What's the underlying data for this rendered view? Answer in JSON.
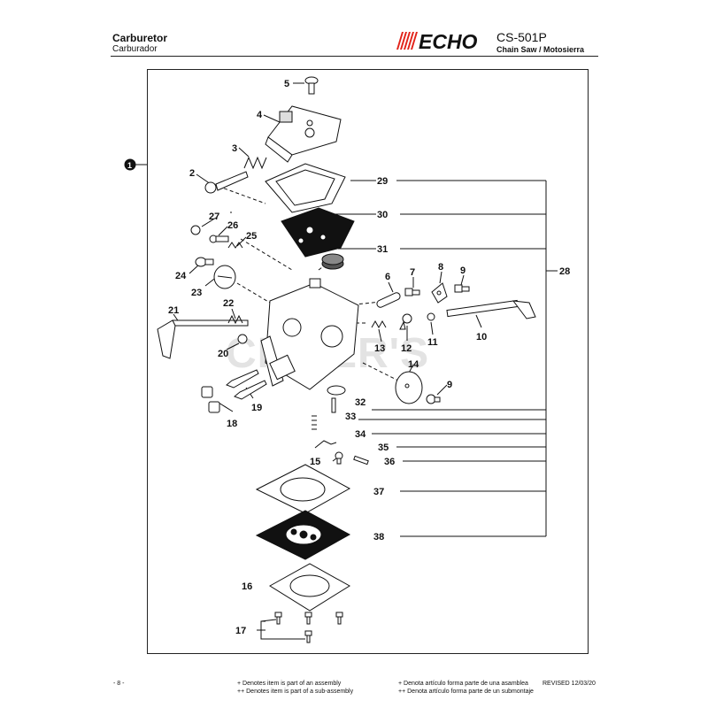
{
  "header": {
    "title": "Carburetor",
    "subtitle": "Carburador",
    "brand": "ECHO",
    "model": "CS-501P",
    "model_desc": "Chain Saw / Motosierra"
  },
  "watermark": "CHILER'S",
  "assembly_marker": "1",
  "labels": {
    "p2": "2",
    "p3": "3",
    "p4": "4",
    "p5": "5",
    "p6": "6",
    "p7": "7",
    "p8": "8",
    "p9a": "9",
    "p9b": "9",
    "p10": "10",
    "p11": "11",
    "p12": "12",
    "p13": "13",
    "p14": "14",
    "p15": "15",
    "p16": "16",
    "p17": "17",
    "p18": "18",
    "p19": "19",
    "p20": "20",
    "p21": "21",
    "p22": "22",
    "p23": "23",
    "p24": "24",
    "p25": "25",
    "p26": "26",
    "p27": "27",
    "p28": "28",
    "p29": "29",
    "p30": "30",
    "p31": "31",
    "p32": "32",
    "p33": "33",
    "p34": "34",
    "p35": "35",
    "p36": "36",
    "p37": "37",
    "p38": "38"
  },
  "footer": {
    "page": "- 8 -",
    "note_en_1": "+ Denotes item is part of an assembly",
    "note_en_2": "++ Denotes item is part of a sub-assembly",
    "note_es_1": "+ Denota artículo forma parte de una asamblea",
    "note_es_2": "++ Denota artículo forma parte de un submontaje",
    "revised": "REVISED 12/03/20"
  },
  "colors": {
    "brand_red": "#e2231a",
    "ink": "#111111"
  }
}
